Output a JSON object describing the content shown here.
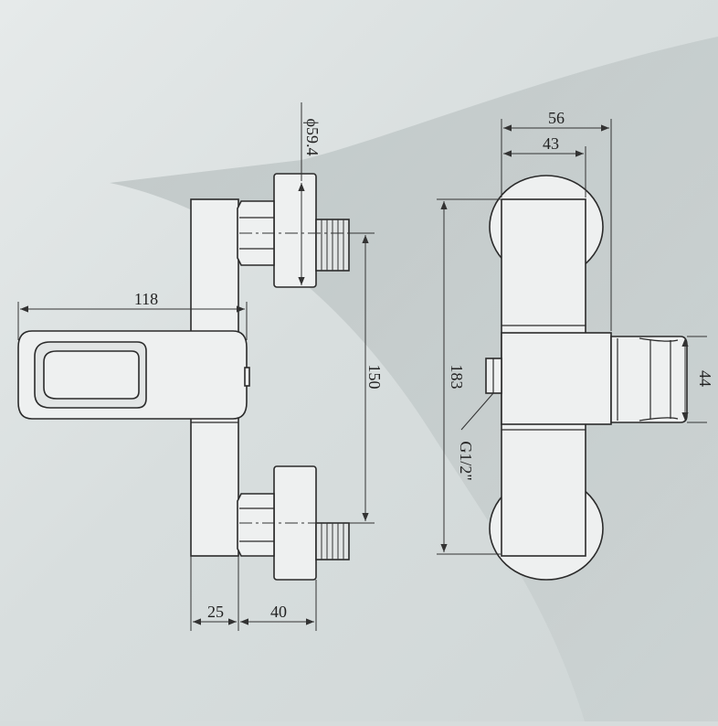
{
  "dimensions": {
    "d_118": "118",
    "d_25": "25",
    "d_40": "40",
    "d_150": "150",
    "d_diameter": "ϕ59.4",
    "d_56": "56",
    "d_43": "43",
    "d_183": "183",
    "d_44": "44",
    "thread_label": "G1/2\""
  },
  "colors": {
    "background": "#d6dcdc",
    "shadow": "#b9c1c1",
    "outline": "#2b2b2b"
  }
}
